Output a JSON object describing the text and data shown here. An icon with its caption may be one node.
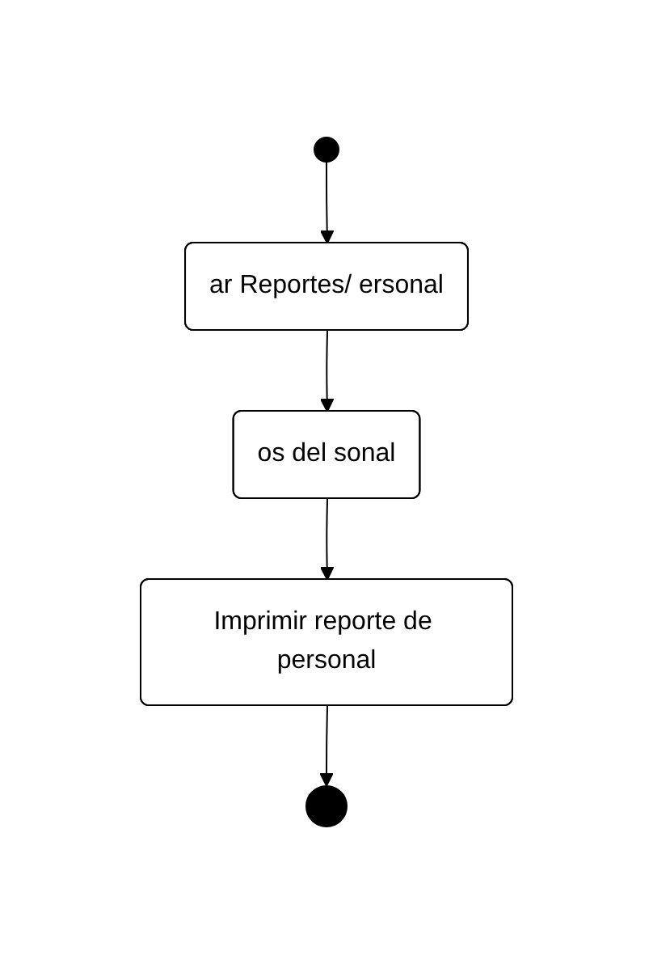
{
  "diagram": {
    "nodes": [
      {
        "text": [],
        "shape": "circle"
      },
      {
        "text": [
          "ar Reportes/ ersonal"
        ]
      },
      {
        "text": [
          "os del sonal"
        ]
      },
      {
        "text": [
          "Imprimir reporte de personal"
        ]
      },
      {
        "text": [],
        "shape": "circle"
      }
    ],
    "edges": [
      {
        "from": 0,
        "to": 1,
        "arrow": "to"
      },
      {
        "from": 1,
        "to": 2,
        "arrow": "to"
      },
      {
        "from": 2,
        "to": 3,
        "arrow": "to"
      },
      {
        "from": 3,
        "to": 4,
        "arrow": "to"
      }
    ]
  }
}
